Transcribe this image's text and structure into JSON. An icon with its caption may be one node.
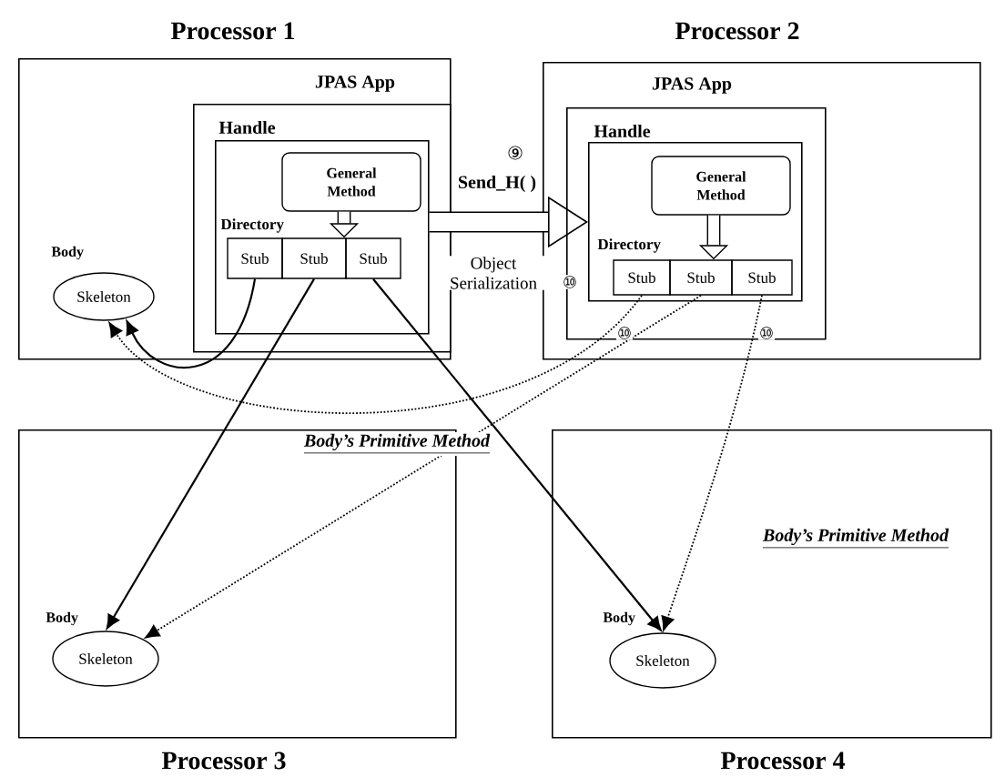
{
  "diagram": {
    "nodes": [
      {
        "text": [
          "Processor 1"
        ]
      },
      {
        "text": [
          "JPAS App"
        ],
        "in": 0
      },
      {
        "text": [
          "Handle"
        ],
        "in": 1
      },
      {
        "text": [
          "General Method"
        ],
        "in": 2
      },
      {
        "text": [
          "Directory"
        ],
        "in": 2
      },
      {
        "text": [
          "Stub"
        ],
        "in": 2
      },
      {
        "text": [
          "Stub"
        ],
        "in": 2
      },
      {
        "text": [
          "Stub"
        ],
        "in": 2
      },
      {
        "text": [
          "Skeleton"
        ],
        "beside": [
          "Body"
        ],
        "in": 0
      },
      {
        "text": [
          "Processor 2"
        ]
      },
      {
        "text": [
          "JPAS App"
        ],
        "in": 9
      },
      {
        "text": [
          "Handle"
        ],
        "in": 10
      },
      {
        "text": [
          "General Method"
        ],
        "in": 11
      },
      {
        "text": [
          "Directory"
        ],
        "in": 11
      },
      {
        "text": [
          "Stub"
        ],
        "in": 11
      },
      {
        "text": [
          "Stub"
        ],
        "in": 11
      },
      {
        "text": [
          "Stub"
        ],
        "in": 11
      },
      {
        "text": [
          "Processor 3"
        ]
      },
      {
        "text": [
          "Skeleton"
        ],
        "beside": [
          "Body"
        ],
        "in": 17
      },
      {
        "text": [
          "Processor 4"
        ]
      },
      {
        "text": [
          "Skeleton"
        ],
        "beside": [
          "Body"
        ],
        "in": 19
      }
    ],
    "edges": [
      {
        "from": 3,
        "to": 6,
        "arrow": "to",
        "style": "thick"
      },
      {
        "from": 12,
        "to": 15,
        "arrow": "to",
        "style": "thick"
      },
      {
        "from": 2,
        "to": 11,
        "arrow": "to",
        "style": "thick",
        "label": "Send_H( )"
      },
      {
        "from": 5,
        "to": 8,
        "arrow": "to"
      },
      {
        "from": 6,
        "to": 18,
        "arrow": "to"
      },
      {
        "from": 7,
        "to": 20,
        "arrow": "to"
      },
      {
        "from": 14,
        "to": 8,
        "arrow": "to",
        "style": "dashed",
        "label": "⑩"
      },
      {
        "from": 15,
        "to": 18,
        "arrow": "to",
        "style": "dashed",
        "label": "⑩"
      },
      {
        "from": 16,
        "to": 20,
        "arrow": "to",
        "style": "dashed",
        "label": "⑩"
      }
    ],
    "labels": [
      "⑨",
      "Object Serialization",
      "Body’s Primitive Method",
      "Body’s Primitive Method"
    ]
  }
}
